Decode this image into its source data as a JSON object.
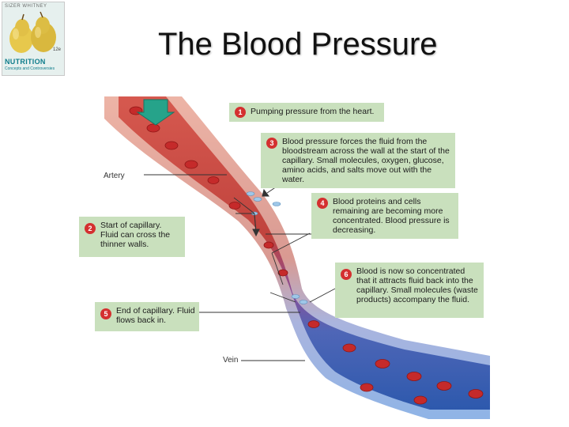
{
  "slide": {
    "title": "The Blood Pressure",
    "book": {
      "authors": "SIZER WHITNEY",
      "edition": "12e",
      "brand": "NUTRITION",
      "tagline": "Concepts and Controversies"
    }
  },
  "diagram": {
    "labels": {
      "artery": "Artery",
      "vein": "Vein"
    },
    "steps": [
      {
        "number": "1",
        "text": "Pumping pressure from the heart."
      },
      {
        "number": "2",
        "text": "Start of capillary. Fluid can cross the thinner walls."
      },
      {
        "number": "3",
        "text": "Blood pressure forces the fluid from the bloodstream across the wall at the start of the capillary. Small molecules, oxygen, glucose, amino acids, and salts move out with the water."
      },
      {
        "number": "4",
        "text": "Blood proteins and cells remaining are becoming more concentrated. Blood pressure is decreasing."
      },
      {
        "number": "5",
        "text": "End of capillary. Fluid flows back in."
      },
      {
        "number": "6",
        "text": "Blood is now so concentrated that it attracts fluid back into the capillary. Small molecules (waste products) accompany the fluid."
      }
    ],
    "colors": {
      "callout_bg": "#c9e0bd",
      "step_badge": "#d43030",
      "artery": "#c8453f",
      "vein": "#2f5fb5",
      "red_cell": "#c52a2a"
    }
  }
}
